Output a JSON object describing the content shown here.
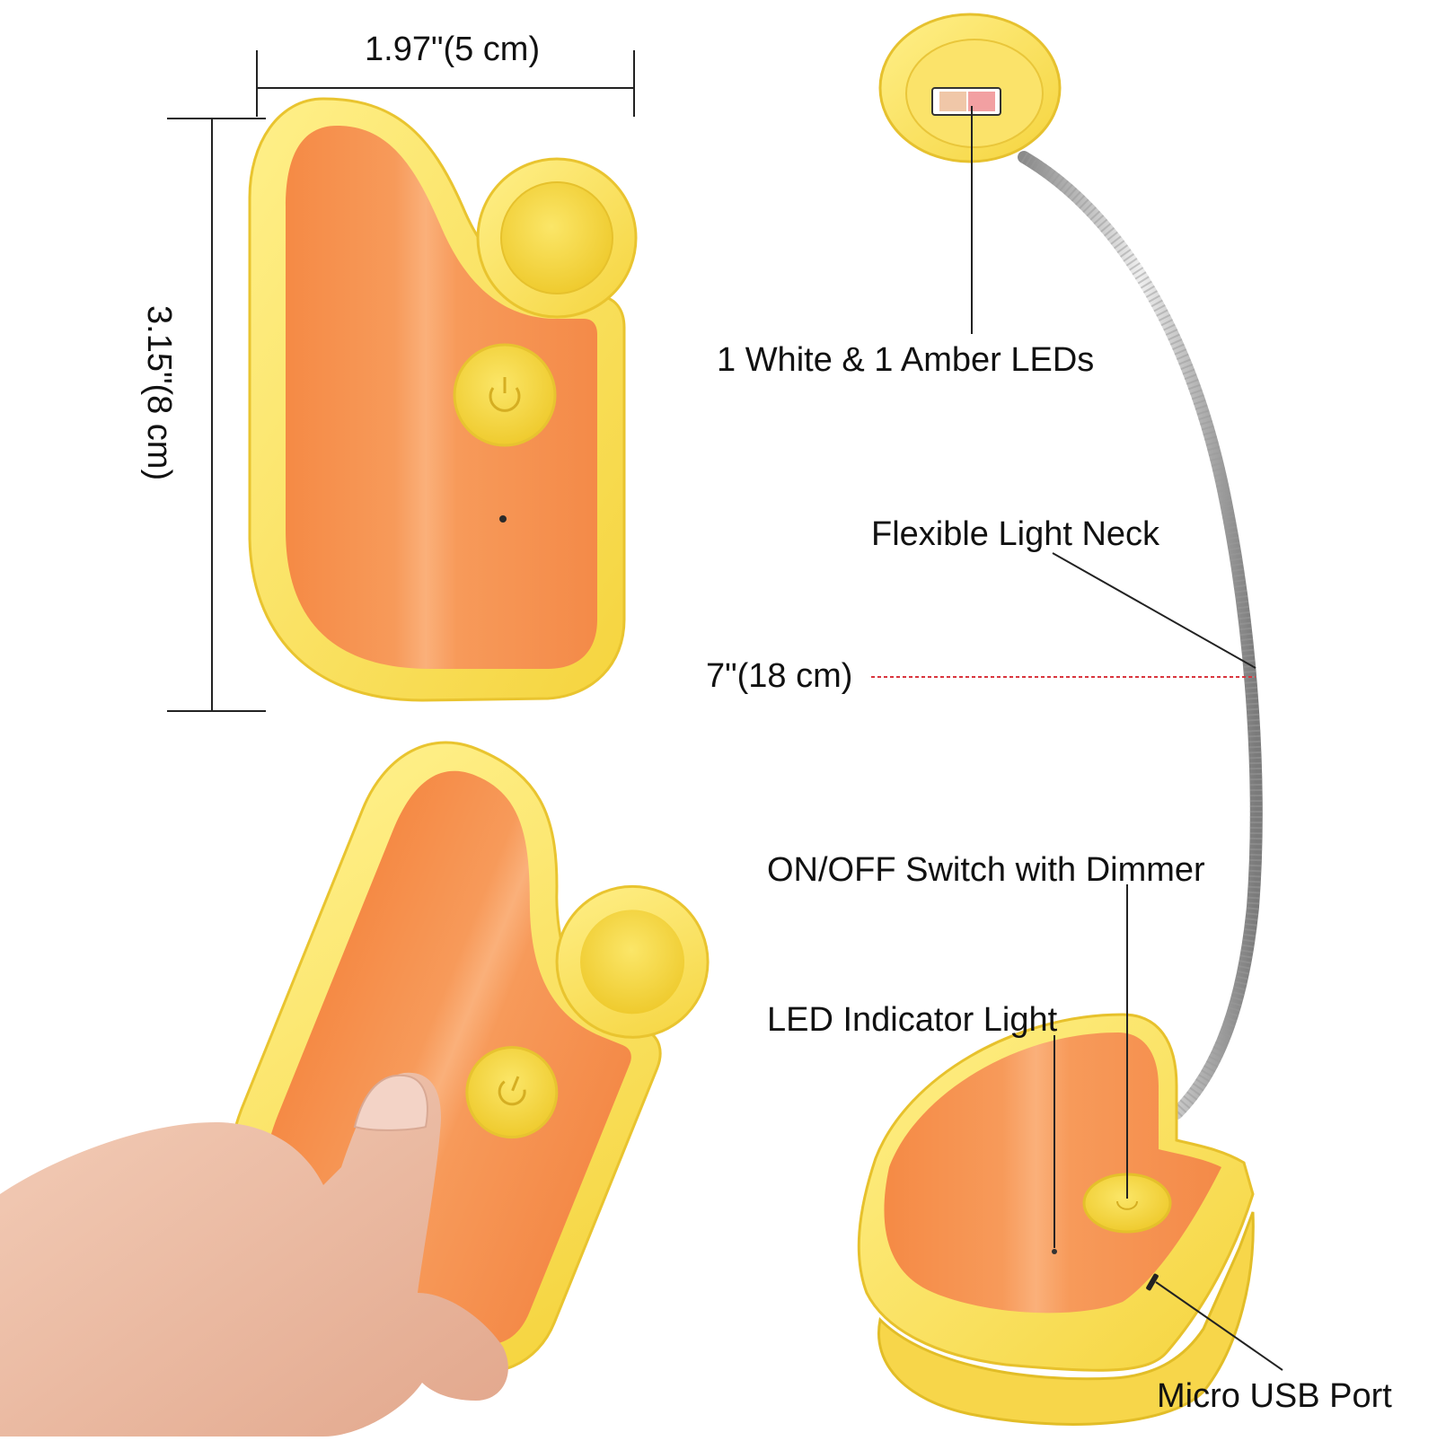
{
  "dimensions": {
    "width_label": "1.97\"(5 cm)",
    "height_label": "3.15\"(8 cm)",
    "neck_length_label": "7\"(18 cm)"
  },
  "callouts": {
    "leds": "1 White & 1 Amber LEDs",
    "neck": "Flexible Light Neck",
    "switch": "ON/OFF Switch with Dimmer",
    "indicator": "LED Indicator Light",
    "usb": "Micro USB Port"
  },
  "colors": {
    "body_orange": "#f79a5a",
    "frame_yellow": "#fbe26a",
    "button_yellow": "#f7dc4a",
    "metal": "#c9c9c9",
    "dimension_line": "#222222",
    "neck_dashed_line": "#d9363e"
  }
}
